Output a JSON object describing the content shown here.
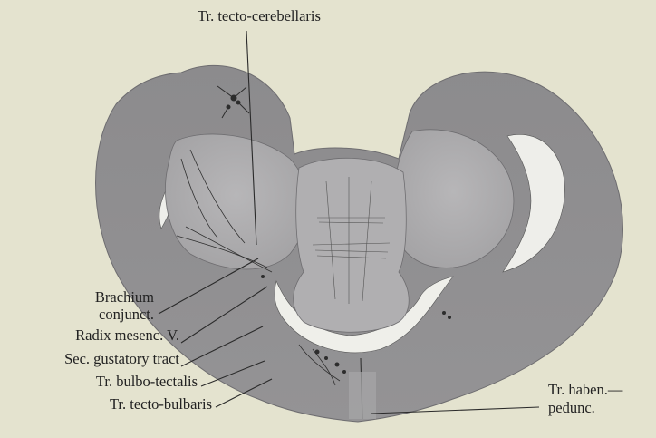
{
  "figure": {
    "labels": {
      "tecto_cerebellaris": "Tr. tecto-cerebellaris",
      "brachium_conjunct_line1": "Brachium",
      "brachium_conjunct_line2": "conjunct.",
      "radix_mesenc": "Radix mesenc. V.",
      "sec_gustatory": "Sec. gustatory tract",
      "bulbo_tectalis": "Tr. bulbo-tectalis",
      "tecto_bulbaris": "Tr. tecto-bulbaris",
      "haben_pedunc_line1": "Tr. haben.—",
      "haben_pedunc_line2": "pedunc."
    },
    "colors": {
      "background": "#e4e3cf",
      "tissue_dark": "#8f8e8f",
      "tissue_mid": "#9d9c9e",
      "tissue_light": "#b3b2b4",
      "fibers": "#3a3a3a",
      "leader_lines": "#2a2a2a"
    }
  }
}
